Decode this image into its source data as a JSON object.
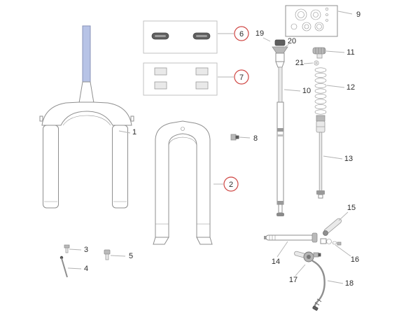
{
  "title": "Suspension fork exploded parts diagram",
  "colors": {
    "callout_red": "#cf4744",
    "steerer_blue": "#b7c3e6",
    "outline_gray": "#8f8f8f",
    "label_text": "#2b2b2b"
  },
  "labels": {
    "p1": "1",
    "p2": "2",
    "p3": "3",
    "p4": "4",
    "p5": "5",
    "p6": "6",
    "p7": "7",
    "p8": "8",
    "p9": "9",
    "p10": "10",
    "p11": "11",
    "p12": "12",
    "p13": "13",
    "p14": "14",
    "p15": "15",
    "p16": "16",
    "p17": "17",
    "p18": "18",
    "p19": "19",
    "p20": "20",
    "p21": "21"
  },
  "callouts": {
    "circled": [
      "2",
      "6",
      "7"
    ]
  }
}
